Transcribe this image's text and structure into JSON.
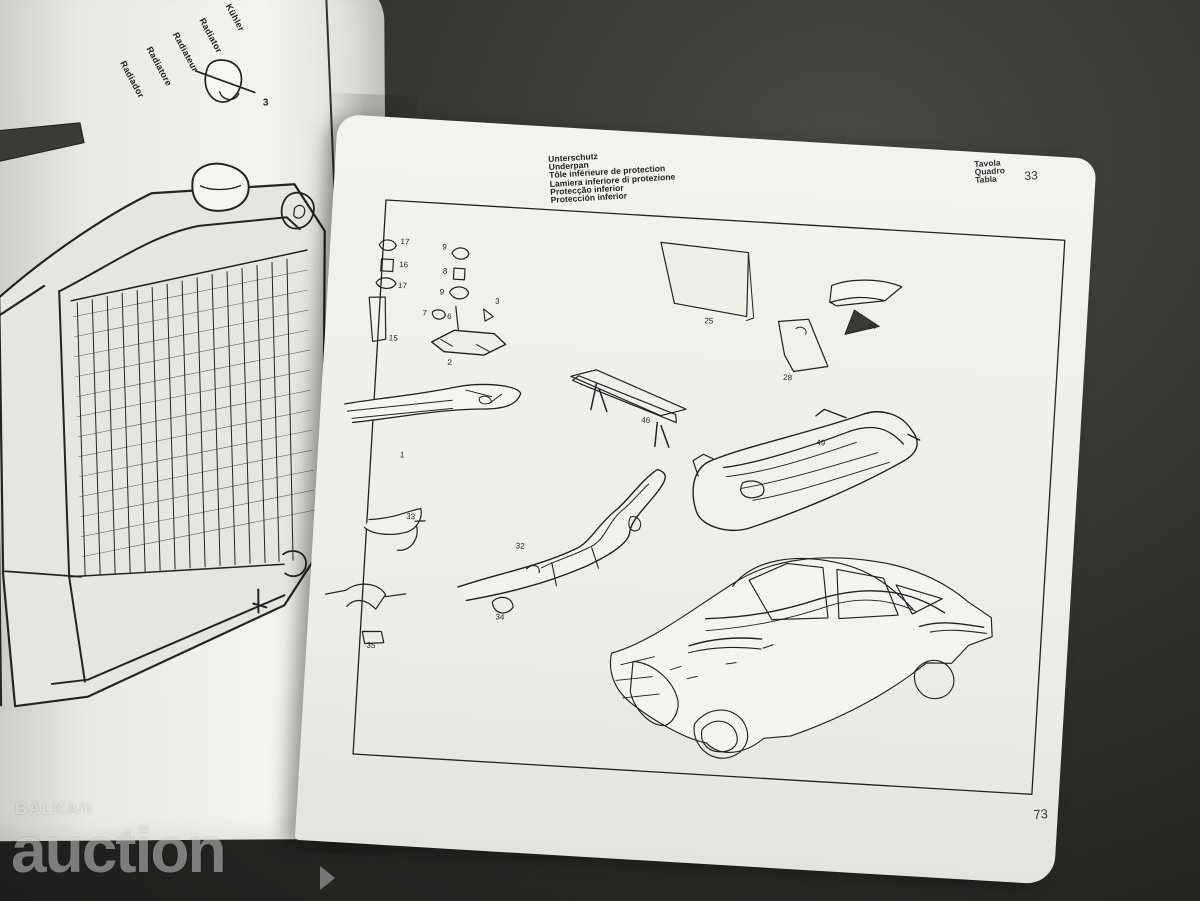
{
  "left_page": {
    "heading_lines": [
      "Kühler",
      "Radiator",
      "Radiateur",
      "Radiatore",
      "Radiador"
    ],
    "part_number": "3"
  },
  "right_page": {
    "title_lines": [
      "Unterschutz",
      "Underpan",
      "Tôle inférieure de protection",
      "Lamiera inferiore di protezione",
      "Protecção inferior",
      "Protección inferior"
    ],
    "table_labels": [
      "Tavola",
      "Quadro",
      "Tabla"
    ],
    "table_number": "33",
    "page_number": "73",
    "part_labels": [
      "17",
      "16",
      "17",
      "15",
      "9",
      "8",
      "9",
      "7",
      "6",
      "3",
      "2",
      "25",
      "24",
      "28",
      "1",
      "46",
      "49",
      "33",
      "32",
      "34",
      "35"
    ]
  },
  "watermark": {
    "brand_small": "BALKAN",
    "brand_large": "auction"
  },
  "colors": {
    "background": "#2f2f2c",
    "paper": "#f0f0ec",
    "ink": "#222222",
    "watermark": "#ffffff"
  }
}
